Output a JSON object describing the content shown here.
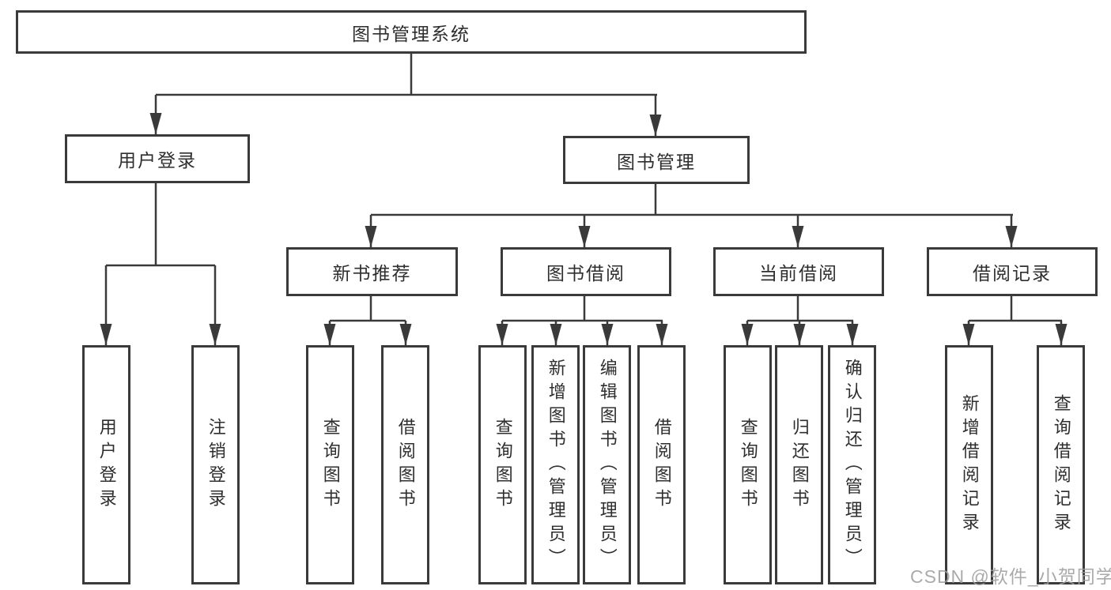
{
  "colors": {
    "line": "#3a3a3a",
    "box_border": "#3a3a3a",
    "box_fill": "#ffffff",
    "text": "#2e2e2e",
    "watermark": "#9f9f9f",
    "background": "#ffffff"
  },
  "tree": {
    "label": "图书管理系统",
    "children": [
      {
        "label": "用户登录",
        "children": [
          {
            "label": "用户登录"
          },
          {
            "label": "注销登录"
          }
        ]
      },
      {
        "label": "图书管理",
        "children": [
          {
            "label": "新书推荐",
            "children": [
              {
                "label": "查询图书"
              },
              {
                "label": "借阅图书"
              }
            ]
          },
          {
            "label": "图书借阅",
            "children": [
              {
                "label": "查询图书"
              },
              {
                "label": "新增图书（管理员）"
              },
              {
                "label": "编辑图书（管理员）"
              },
              {
                "label": "借阅图书"
              }
            ]
          },
          {
            "label": "当前借阅",
            "children": [
              {
                "label": "查询图书"
              },
              {
                "label": "归还图书"
              },
              {
                "label": "确认归还（管理员）"
              }
            ]
          },
          {
            "label": "借阅记录",
            "children": [
              {
                "label": "新增借阅记录"
              },
              {
                "label": "查询借阅记录"
              }
            ]
          }
        ]
      }
    ]
  },
  "watermark": {
    "text": "CSDN @软件_小贺同学"
  }
}
